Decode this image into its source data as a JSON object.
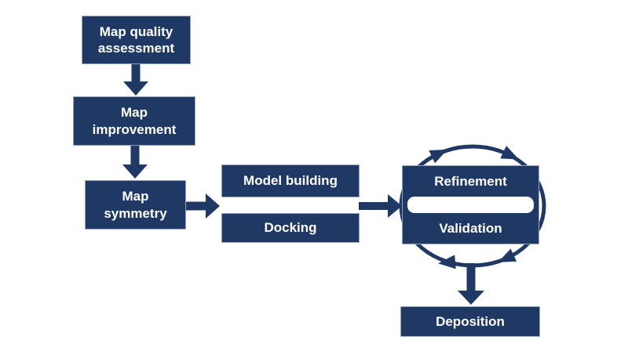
{
  "colors": {
    "primary": "#1f3864",
    "text-on-primary": "#ffffff",
    "background": "#ffffff",
    "box-border": "#94a4c0"
  },
  "diagram": {
    "type": "flowchart",
    "nodes": {
      "map_quality": "Map quality\nassessment",
      "map_improvement": "Map\nimprovement",
      "map_symmetry": "Map\nsymmetry",
      "model_building": "Model building",
      "docking": "Docking",
      "refinement": "Refinement",
      "validation": "Validation",
      "deposition": "Deposition"
    },
    "edges": [
      "map_quality -> map_improvement",
      "map_improvement -> map_symmetry",
      "map_symmetry -> model_building/docking",
      "model_building/docking -> refinement/validation",
      "refinement <-> validation (cycle)",
      "refinement/validation -> deposition"
    ]
  }
}
